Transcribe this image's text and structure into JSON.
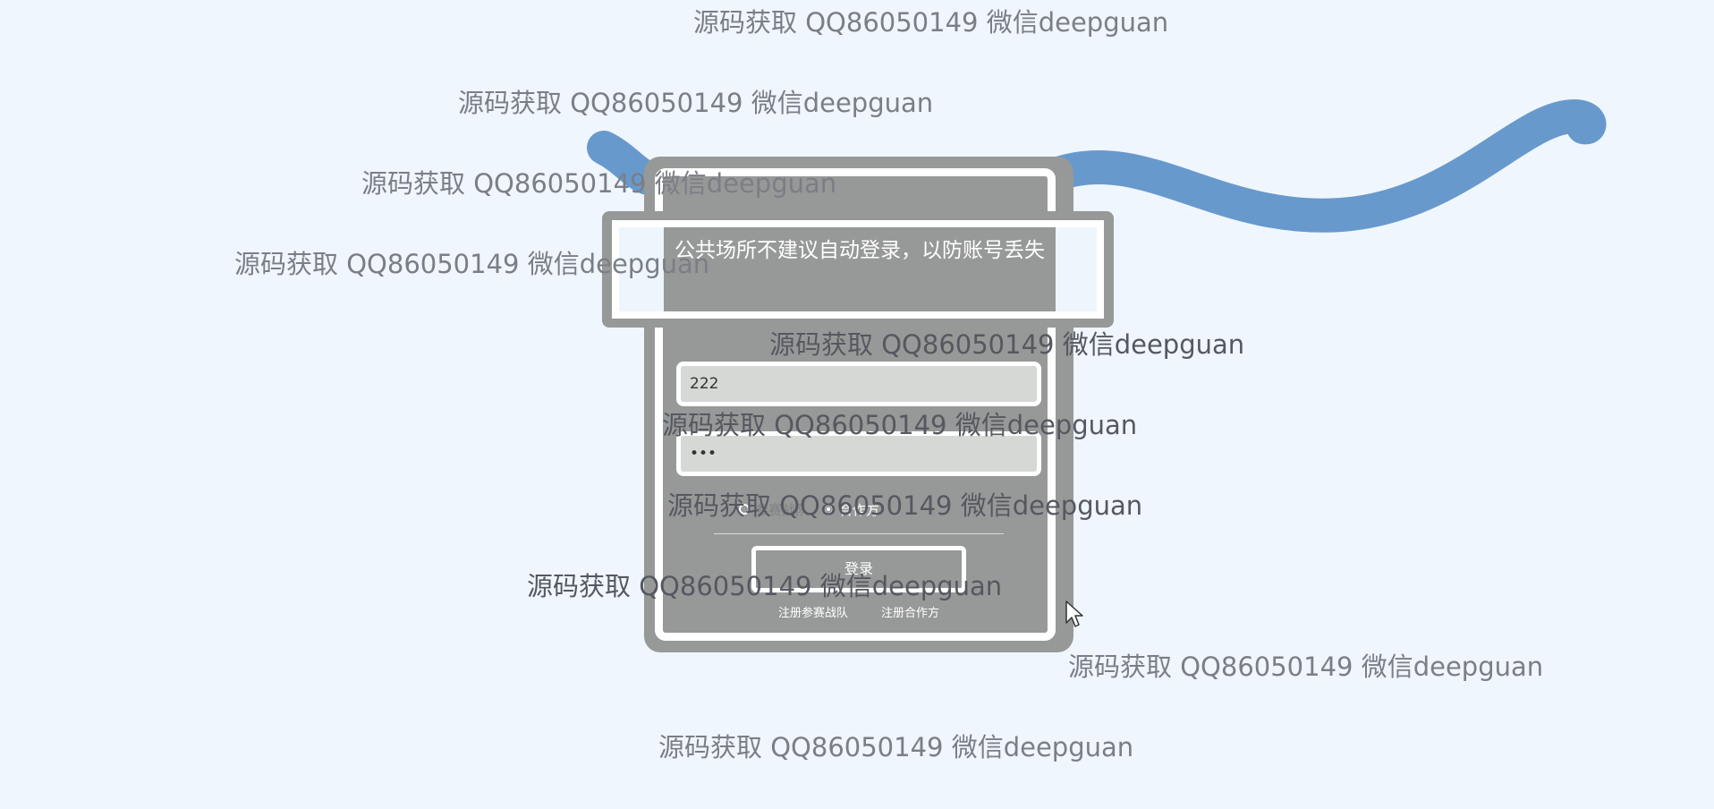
{
  "notice": {
    "text": "公共场所不建议自动登录，以防账号丢失"
  },
  "login": {
    "username_value": "222",
    "password_value": "•••",
    "role_options": [
      {
        "label": "参赛战队",
        "checked": false
      },
      {
        "label": "合作方",
        "checked": true
      }
    ],
    "login_button_label": "登录",
    "register_team_label": "注册参赛战队",
    "register_partner_label": "注册合作方"
  },
  "watermark": {
    "text": "源码获取 QQ86050149 微信deepguan"
  },
  "colors": {
    "background": "#eff6fd",
    "card": "#979998",
    "input": "#d5d8d5",
    "wave": "#6899cc",
    "watermark": "#7b7e86"
  }
}
